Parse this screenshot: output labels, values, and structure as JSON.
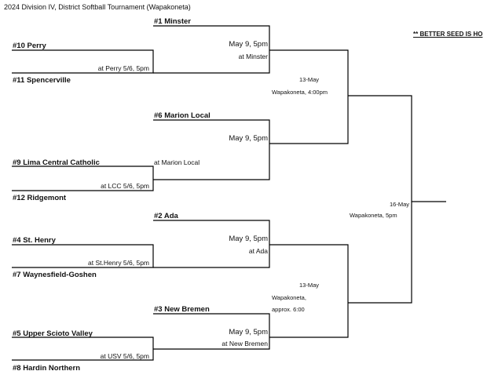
{
  "title": "2024 Division IV, District Softball Tournament (Wapakoneta)",
  "note": "** BETTER SEED IS HO",
  "teams": {
    "minster": "#1 Minster",
    "perry": "#10 Perry",
    "spencerville": "#11 Spencerville",
    "marion_local": "#6 Marion Local",
    "lima_cc": "#9 Lima Central Catholic",
    "ridgemont": "#12 Ridgemont",
    "ada": "#2 Ada",
    "st_henry": "#4 St. Henry",
    "waynesfield": "#7 Waynesfield-Goshen",
    "new_bremen": "#3 New Bremen",
    "upper_scioto": "#5 Upper Scioto Valley",
    "hardin_northern": "#8 Hardin Northern"
  },
  "games": {
    "g1": "at Perry 5/6, 5pm",
    "g2": "at LCC 5/6, 5pm",
    "g3": "at St.Henry 5/6, 5pm",
    "g4": "at USV 5/6, 5pm",
    "s1_date": "May 9, 5pm",
    "s1_site": "at Minster",
    "s2_date": "May 9, 5pm",
    "s2_site": "at Marion Local",
    "s3_date": "May 9, 5pm",
    "s3_site": "at Ada",
    "s4_date": "May 9, 5pm",
    "s4_site": "at New Bremen",
    "f1_date": "13-May",
    "f1_site": "Wapakoneta, 4:00pm",
    "f2_date": "13-May",
    "f2_site1": "Wapakoneta,",
    "f2_site2": "approx. 6:00",
    "final_date": "16-May",
    "final_site": "Wapakoneta, 5pm"
  }
}
